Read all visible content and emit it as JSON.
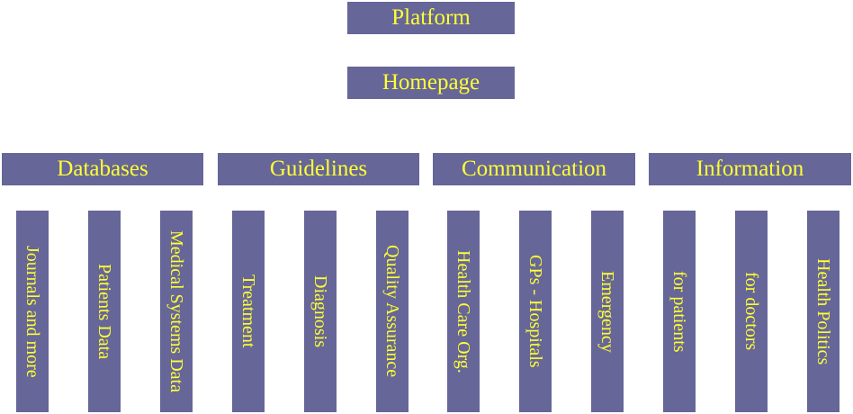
{
  "diagram": {
    "root": "Platform",
    "homepage": "Homepage",
    "categories": [
      {
        "label": "Databases",
        "children": [
          "Journals and more",
          "Patients Data",
          "Medical Systems Data"
        ]
      },
      {
        "label": "Guidelines",
        "children": [
          "Treatment",
          "Diagnosis",
          "Quality Assurance"
        ]
      },
      {
        "label": "Communication",
        "children": [
          "Health Care Org.",
          "GPs - Hospitals",
          "Emergency"
        ]
      },
      {
        "label": "Information",
        "children": [
          "for patients",
          "for doctors",
          "Health Politics"
        ]
      }
    ]
  },
  "colors": {
    "box_fill": "#666699",
    "text": "#ffff33",
    "background": "#ffffff"
  }
}
